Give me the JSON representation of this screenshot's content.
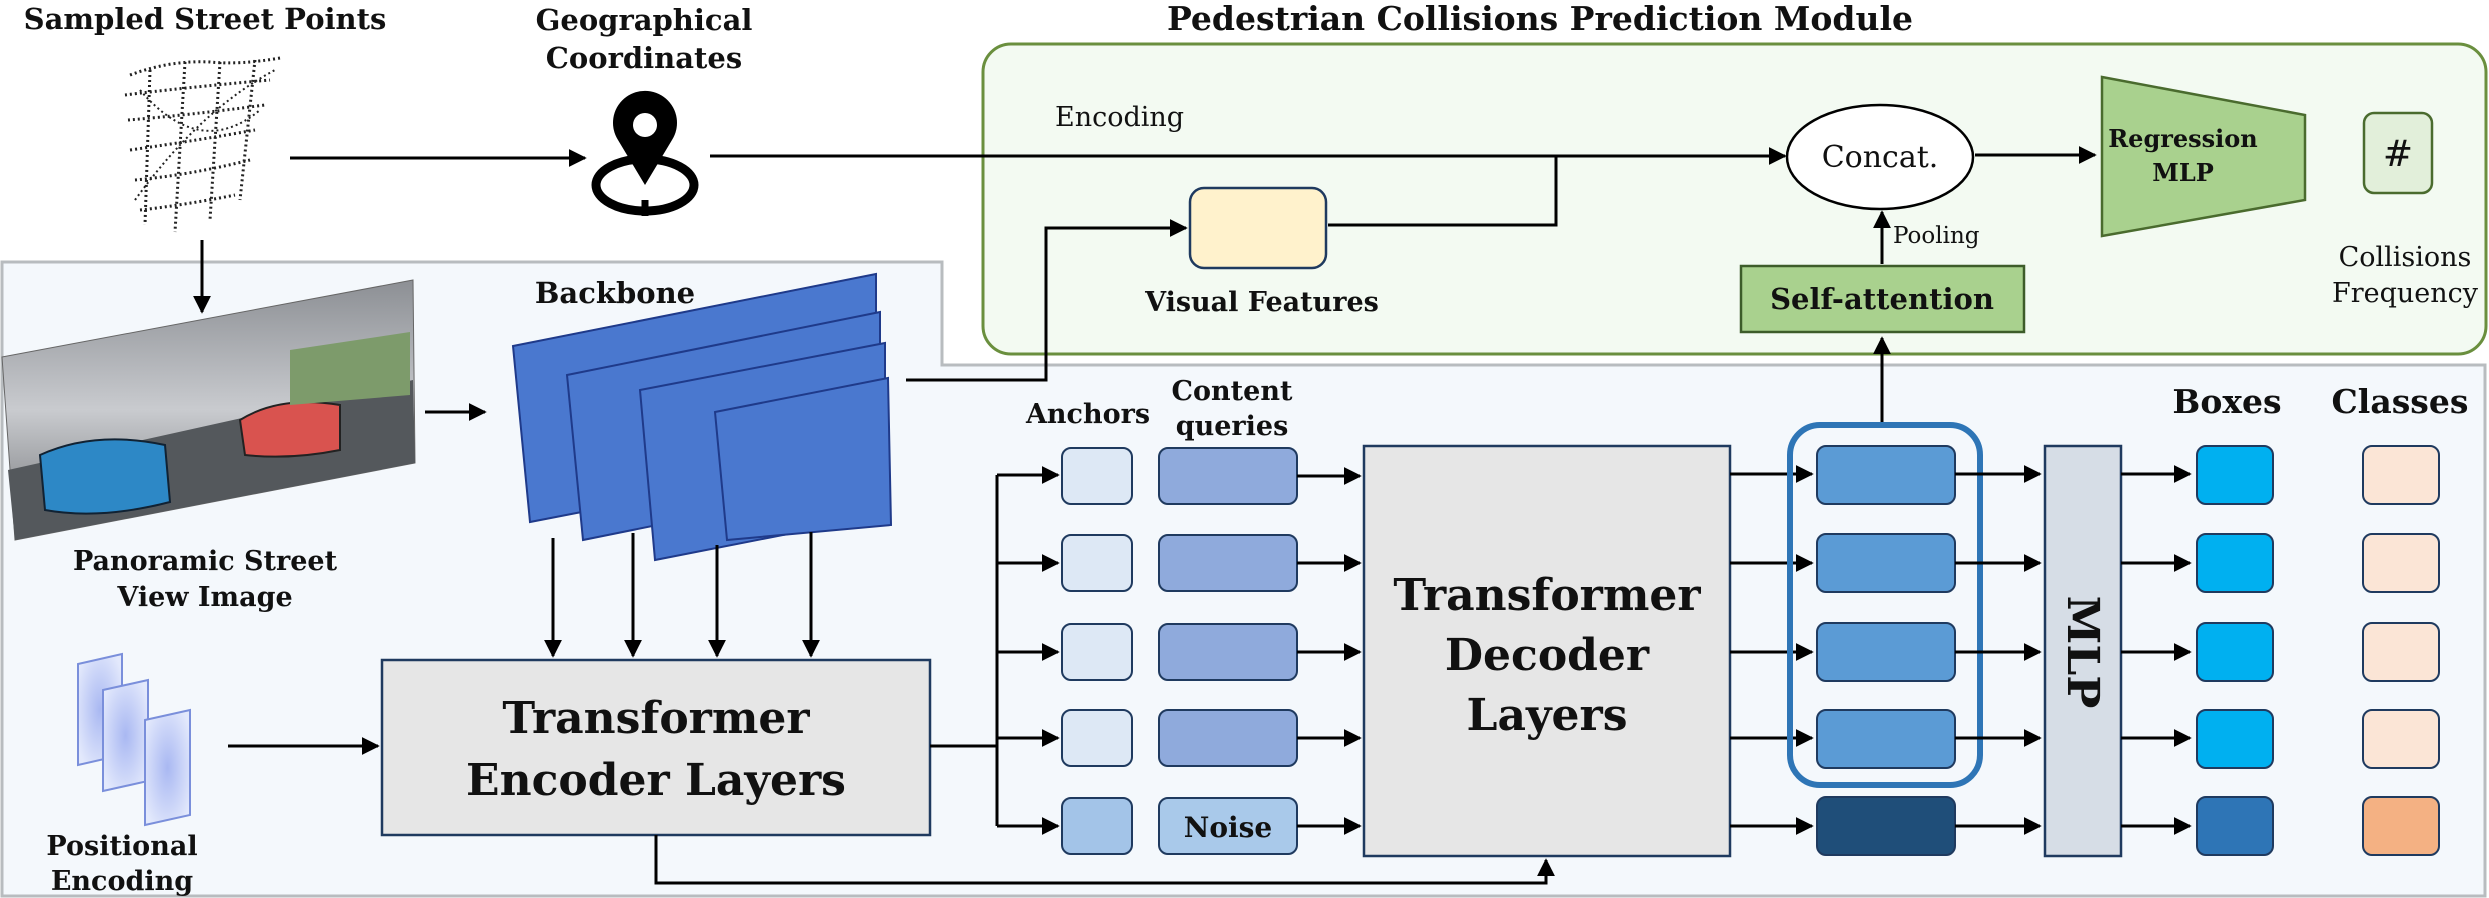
{
  "labels": {
    "sampled_points": "Sampled Street Points",
    "geo_coords": [
      "Geographical",
      "Coordinates"
    ],
    "module_title": "Pedestrian Collisions Prediction Module",
    "encoding": "Encoding",
    "concat": "Concat.",
    "regression_mlp": [
      "Regression",
      "MLP"
    ],
    "hash": "#",
    "collisions_frequency": [
      "Collisions",
      "Frequency"
    ],
    "pooling": "Pooling",
    "self_attention": "Self-attention",
    "visual_features": "Visual Features",
    "backbone": "Backbone",
    "panoramic": [
      "Panoramic Street",
      "View Image"
    ],
    "positional": [
      "Positional",
      "Encoding"
    ],
    "encoder": [
      "Transformer",
      "Encoder Layers"
    ],
    "decoder": [
      "Transformer",
      "Decoder",
      "Layers"
    ],
    "anchors": "Anchors",
    "content_queries": [
      "Content",
      "queries"
    ],
    "noise": "Noise",
    "boxes": "Boxes",
    "classes": "Classes",
    "mlp": "MLP"
  },
  "colors": {
    "module_border": "#6a8f3e",
    "module_fill": "#f3faf2",
    "lower_fill": "#f4f8fc",
    "lower_border": "#b8bcbf",
    "backbone_blue": "#4a78cf",
    "anchor_light": "#dde8f5",
    "anchor_noise": "#a3c4e8",
    "content_query": "#8faadc",
    "noise_box": "#a9c9ea",
    "decoder_out": "#5b9bd5",
    "decoder_out_dark": "#1f4e79",
    "highlight_border": "#2e75b6",
    "box_cyan": "#00b0f0",
    "box_dark": "#2e75b6",
    "class_light": "#fbe5d6",
    "class_dark": "#f4b183",
    "encoder_fill": "#e6e6e6",
    "mlp_fill": "#d6dde6",
    "self_attention_fill": "#a9d18e",
    "regression_fill": "#a9d18e",
    "hash_fill": "#e2efda",
    "visual_feature_fill": "#fff2cc"
  }
}
